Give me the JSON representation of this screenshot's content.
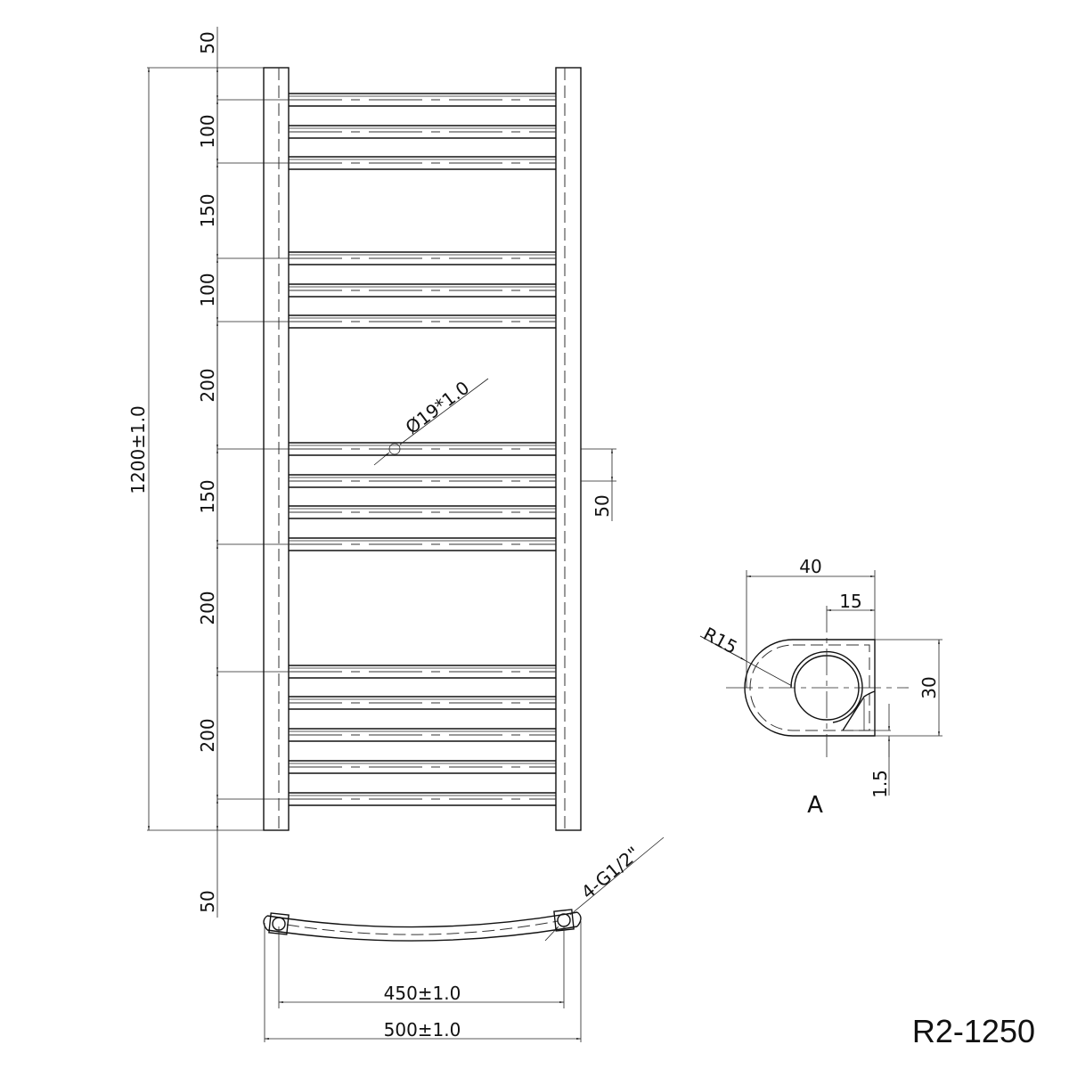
{
  "title": "R2-1250",
  "front_view": {
    "overall_height": "1200±1.0",
    "spacing_labels": [
      "50",
      "100",
      "150",
      "100",
      "200",
      "150",
      "200",
      "200",
      "50"
    ],
    "pipe_spec": "Ø19*1.0",
    "offset": "50"
  },
  "bottom_view": {
    "inner_width": "450±1.0",
    "outer_width": "500±1.0",
    "connection": "4-G1/2\""
  },
  "section_a": {
    "label": "A",
    "width": "40",
    "offset": "15",
    "radius": "R15",
    "height": "30",
    "thickness": "1.5"
  },
  "colors": {
    "line": "#111111",
    "background": "#ffffff"
  }
}
